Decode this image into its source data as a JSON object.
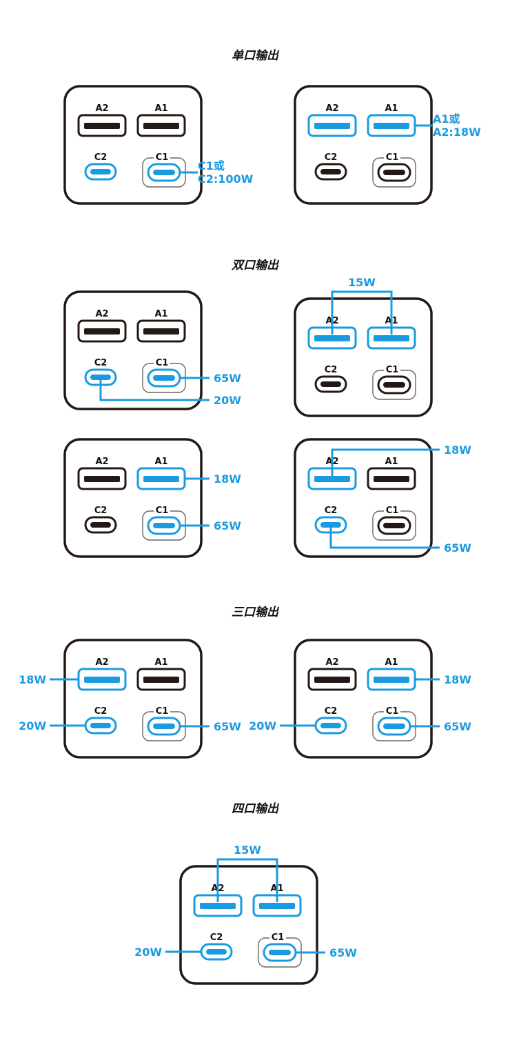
{
  "colors": {
    "active": "#1a9be0",
    "inactive": "#231815",
    "frame": "#231815",
    "outline": "#666666",
    "background": "#ffffff"
  },
  "sections": [
    {
      "title": "单口输出",
      "diagrams": [
        {
          "active": [
            "C1",
            "C2"
          ],
          "annotations": [
            {
              "type": "text-right",
              "text": "C1或\nC2:100W"
            }
          ]
        },
        {
          "active": [
            "A1",
            "A2"
          ],
          "annotations": [
            {
              "type": "text-right-a",
              "text": "A1或\nA2:18W"
            }
          ]
        }
      ]
    },
    {
      "title": "双口输出",
      "diagrams": [
        {
          "active": [
            "C1",
            "C2"
          ],
          "annotations": [
            {
              "port": "C1",
              "side": "right",
              "text": "65W"
            },
            {
              "port": "C2",
              "side": "below-right",
              "text": "20W"
            }
          ]
        },
        {
          "active": [
            "A1",
            "A2"
          ],
          "annotations": [
            {
              "type": "bracket-top",
              "text": "15W"
            }
          ]
        },
        {
          "active": [
            "A1",
            "C1"
          ],
          "annotations": [
            {
              "port": "A1",
              "side": "right",
              "text": "18W"
            },
            {
              "port": "C1",
              "side": "right",
              "text": "65W"
            }
          ]
        },
        {
          "active": [
            "A2",
            "C2"
          ],
          "annotations": [
            {
              "port": "A2",
              "side": "above-right",
              "text": "18W"
            },
            {
              "port": "C2",
              "side": "below-right",
              "text": "65W"
            }
          ]
        }
      ]
    },
    {
      "title": "三口输出",
      "diagrams": [
        {
          "active": [
            "A2",
            "C2",
            "C1"
          ],
          "annotations": [
            {
              "port": "A2",
              "side": "left",
              "text": "18W"
            },
            {
              "port": "C2",
              "side": "left",
              "text": "20W"
            },
            {
              "port": "C1",
              "side": "right",
              "text": "65W"
            }
          ]
        },
        {
          "active": [
            "A1",
            "C2",
            "C1"
          ],
          "annotations": [
            {
              "port": "A1",
              "side": "right",
              "text": "18W"
            },
            {
              "port": "C2",
              "side": "left",
              "text": "20W"
            },
            {
              "port": "C1",
              "side": "right",
              "text": "65W"
            }
          ]
        }
      ]
    },
    {
      "title": "四口输出",
      "diagrams": [
        {
          "active": [
            "A1",
            "A2",
            "C1",
            "C2"
          ],
          "annotations": [
            {
              "type": "bracket-top",
              "text": "15W"
            },
            {
              "port": "C2",
              "side": "left",
              "text": "20W"
            },
            {
              "port": "C1",
              "side": "right",
              "text": "65W"
            }
          ]
        }
      ]
    }
  ],
  "port_labels": {
    "A1": "A1",
    "A2": "A2",
    "C1": "C1",
    "C2": "C2"
  }
}
